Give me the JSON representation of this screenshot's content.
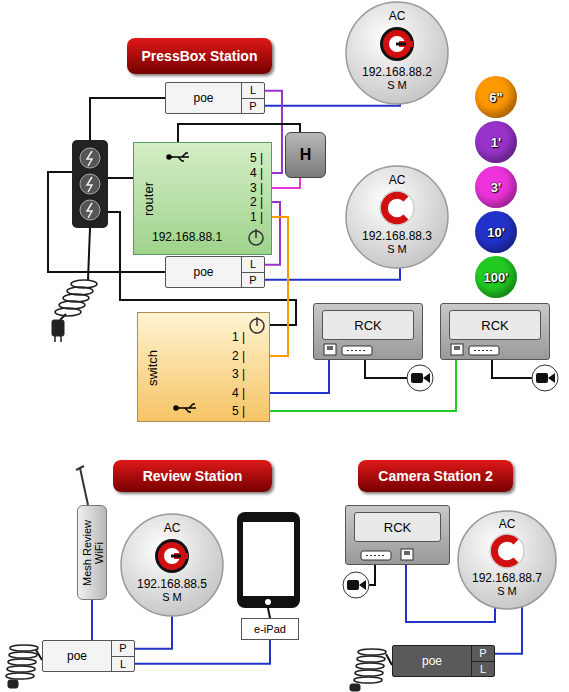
{
  "diagram": {
    "nodes": [
      {
        "text": [
          "PressBox Station"
        ]
      },
      {
        "text": [
          "AC",
          "192.168.88.2",
          "S M"
        ]
      },
      {
        "text": [
          "poe",
          "L",
          "P"
        ]
      },
      {
        "text": [
          "router",
          "5 |",
          "4 |",
          "3 |",
          "2 |",
          "1 |",
          "192.168.88.1"
        ]
      },
      {
        "text": [
          "H"
        ]
      },
      {
        "text": [
          "AC",
          "192.168.88.3",
          "S M"
        ]
      },
      {
        "text": [
          "poe",
          "L",
          "P"
        ]
      },
      {
        "text": [
          "switch",
          "1 |",
          "2 |",
          "3 |",
          "4 |",
          "5 |"
        ]
      },
      {
        "text": [
          "RCK"
        ]
      },
      {
        "text": [
          "RCK"
        ]
      },
      {
        "text": [
          "Review Station"
        ]
      },
      {
        "text": [
          "Mesh Review WiFi"
        ]
      },
      {
        "text": [
          "AC",
          "192.168.88.5",
          "S M"
        ]
      },
      {
        "text": [
          "e-iPad"
        ]
      },
      {
        "text": [
          "poe",
          "P",
          "L"
        ]
      },
      {
        "text": [
          "Camera Station 2"
        ]
      },
      {
        "text": [
          "RCK"
        ]
      },
      {
        "text": [
          "AC",
          "192.168.88.7",
          "S M"
        ]
      },
      {
        "text": [
          "poe",
          "P",
          "L"
        ]
      }
    ],
    "edges": [
      {
        "from": 2,
        "to": 1,
        "arrow": "none"
      },
      {
        "from": 2,
        "to": 3,
        "arrow": "none"
      },
      {
        "from": 4,
        "to": 3,
        "arrow": "none"
      },
      {
        "from": 3,
        "to": 4,
        "arrow": "none"
      },
      {
        "from": 3,
        "to": 6,
        "arrow": "none"
      },
      {
        "from": 6,
        "to": 5,
        "arrow": "none"
      },
      {
        "from": 3,
        "to": 7,
        "arrow": "none"
      },
      {
        "from": 7,
        "to": 8,
        "arrow": "none"
      },
      {
        "from": 7,
        "to": 9,
        "arrow": "none"
      },
      {
        "from": 11,
        "to": 14,
        "arrow": "none"
      },
      {
        "from": 14,
        "to": 12,
        "arrow": "none"
      },
      {
        "from": 14,
        "to": 13,
        "arrow": "none"
      },
      {
        "from": 16,
        "to": 17,
        "arrow": "none"
      },
      {
        "from": 18,
        "to": 17,
        "arrow": "none"
      }
    ],
    "legend": [
      {
        "text": "6\"",
        "color": "#ff9900"
      },
      {
        "text": "1'",
        "color": "#9933cc"
      },
      {
        "text": "3'",
        "color": "#ee33dd"
      },
      {
        "text": "10'",
        "color": "#2233cc"
      },
      {
        "text": "100'",
        "color": "#22cc22"
      }
    ]
  }
}
